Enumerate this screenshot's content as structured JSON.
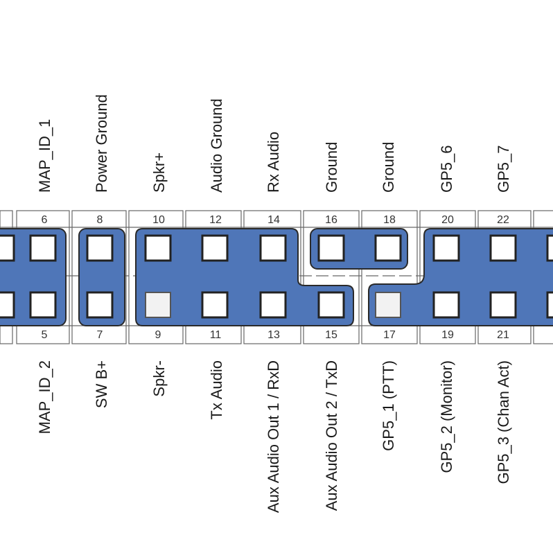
{
  "colors": {
    "fill": "#4f76b8",
    "stroke": "#2a2a2a",
    "pin_fill": "#ffffff",
    "unused_pin_fill": "#f2f2f2"
  },
  "top_row": {
    "labels": [
      "MAP_ID_1",
      "Power Ground",
      "Spkr+",
      "Audio Ground",
      "Rx Audio",
      "Ground",
      "Ground",
      "GP5_6",
      "GP5_7"
    ],
    "numbers": [
      "6",
      "8",
      "10",
      "12",
      "14",
      "16",
      "18",
      "20",
      "22"
    ]
  },
  "bottom_row": {
    "labels": [
      "MAP_ID_2",
      "SW B+",
      "Spkr-",
      "Tx Audio",
      "Aux Audio Out 1 / RxD",
      "Aux Audio Out 2 / TxD",
      "GP5_1 (PTT)",
      "GP5_2 (Monitor)",
      "GP5_3 (Chan  Act)"
    ],
    "numbers": [
      "5",
      "7",
      "9",
      "11",
      "13",
      "15",
      "17",
      "19",
      "21"
    ]
  }
}
